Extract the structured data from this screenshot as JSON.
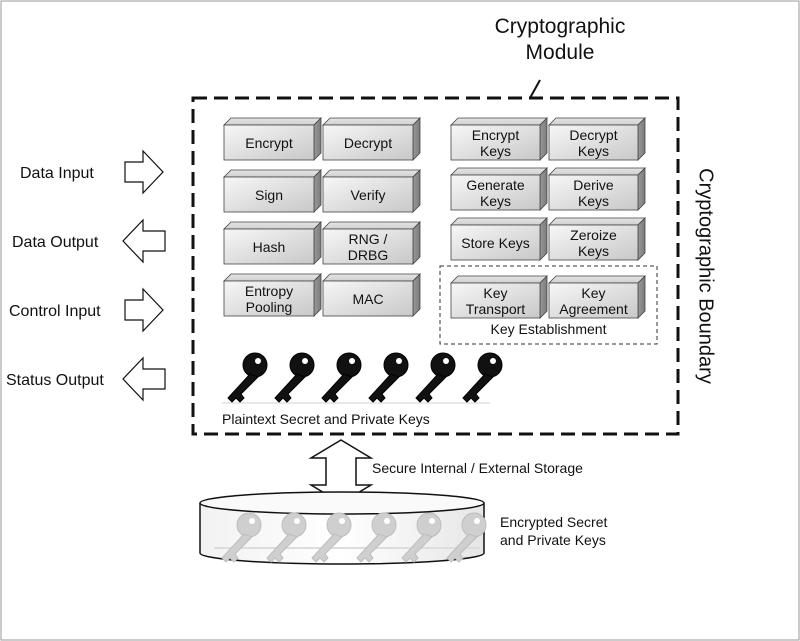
{
  "module_label": "Cryptographic\nModule",
  "boundary_label": "Cryptographic Boundary",
  "io": [
    {
      "label": "Data Input",
      "direction": "in"
    },
    {
      "label": "Data Output",
      "direction": "out"
    },
    {
      "label": "Control Input",
      "direction": "in"
    },
    {
      "label": "Status Output",
      "direction": "out"
    }
  ],
  "functions": [
    "Encrypt",
    "Decrypt",
    "Sign",
    "Verify",
    "Hash",
    "RNG /\nDRBG",
    "Entropy\nPooling",
    "MAC"
  ],
  "key_management": [
    "Encrypt\nKeys",
    "Decrypt\nKeys",
    "Generate\nKeys",
    "Derive\nKeys",
    "Store Keys",
    "Zeroize\nKeys"
  ],
  "key_establishment": {
    "label": "Key Establishment",
    "items": [
      "Key\nTransport",
      "Key\nAgreement"
    ]
  },
  "plaintext_keys": {
    "label": "Plaintext Secret and Private Keys",
    "count": 6
  },
  "storage_link_label": "Secure Internal / External Storage",
  "encrypted_keys": {
    "label": "Encrypted Secret\nand Private Keys",
    "count": 6
  }
}
